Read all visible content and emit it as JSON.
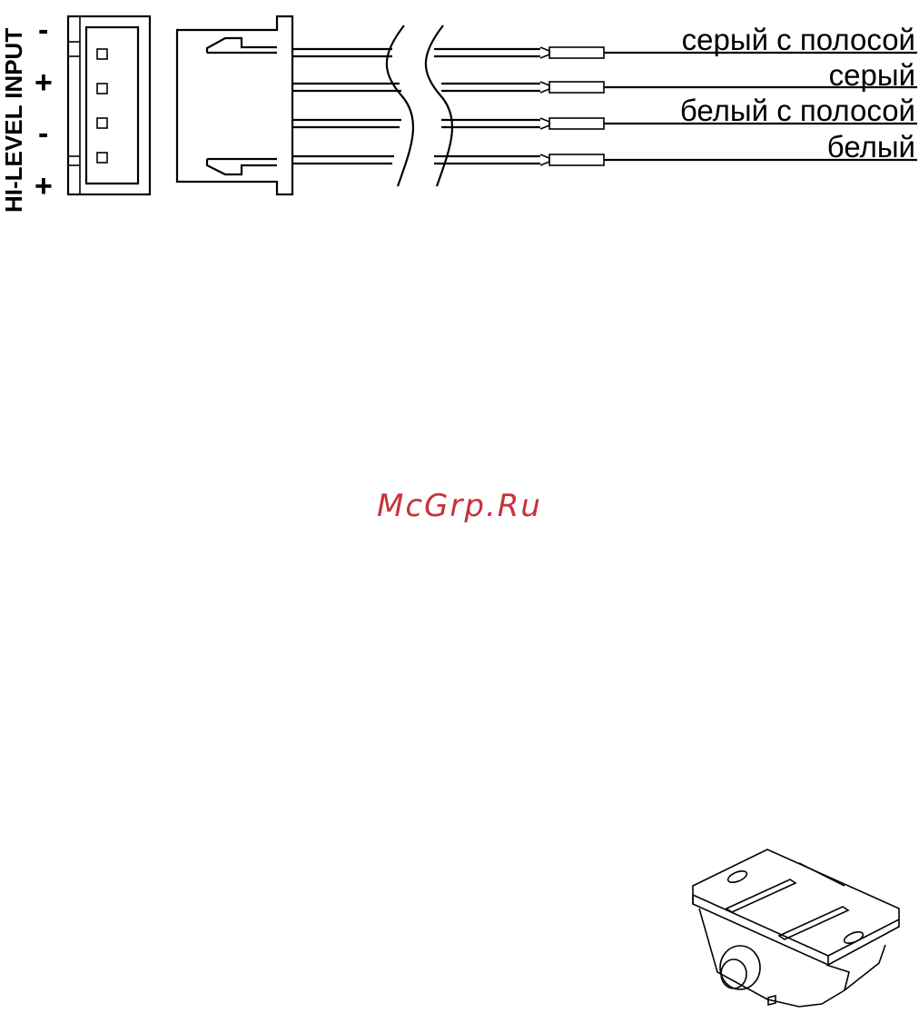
{
  "connector": {
    "label": "HI-LEVEL INPUT",
    "pins": [
      "-",
      "+",
      "-",
      "+"
    ]
  },
  "wires": [
    {
      "label": "серый с полосой"
    },
    {
      "label": "серый"
    },
    {
      "label": "белый с полосой"
    },
    {
      "label": "белый"
    }
  ],
  "watermark": "McGrp.Ru",
  "remote": {
    "icon": "remote-level-control-icon"
  },
  "colors": {
    "ink": "#000000",
    "watermark": "#c8323a"
  }
}
